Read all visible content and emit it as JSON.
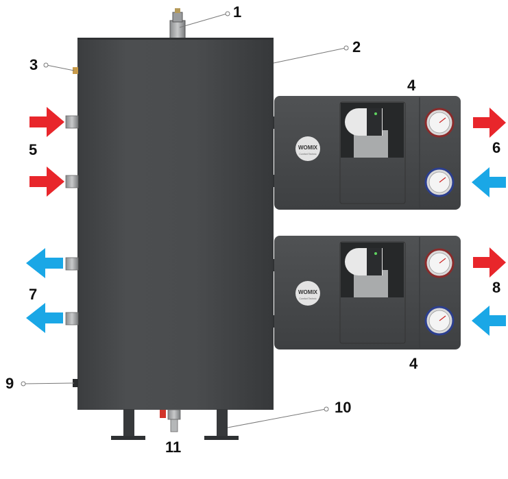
{
  "labels": {
    "l1": "1",
    "l2": "2",
    "l3": "3",
    "l4a": "4",
    "l4b": "4",
    "l5": "5",
    "l6": "6",
    "l7": "7",
    "l8": "8",
    "l9": "9",
    "l10": "10",
    "l11": "11"
  },
  "brand": {
    "name": "WOMIX",
    "tagline": "Comfort Technic"
  },
  "colors": {
    "supply": "#e8262b",
    "return": "#1aa7e6",
    "body": "#3d3f41",
    "module": "#454749"
  }
}
